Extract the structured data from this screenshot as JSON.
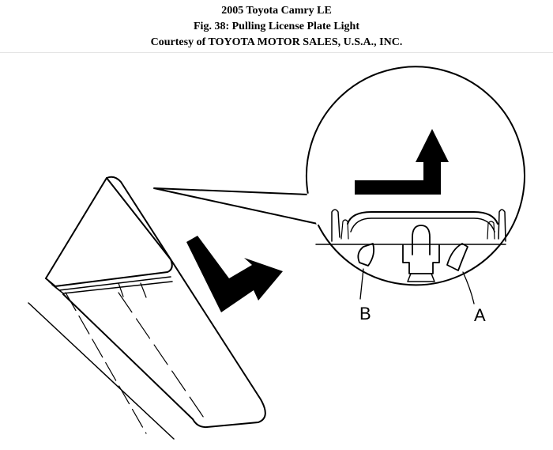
{
  "header": {
    "line1": "2005 Toyota Camry LE",
    "line2": "Fig. 38: Pulling License Plate Light",
    "line3": "Courtesy of TOYOTA MOTOR SALES, U.S.A., INC."
  },
  "callouts": {
    "a": "A",
    "b": "B"
  },
  "colors": {
    "ink": "#000000",
    "paper": "#ffffff"
  }
}
